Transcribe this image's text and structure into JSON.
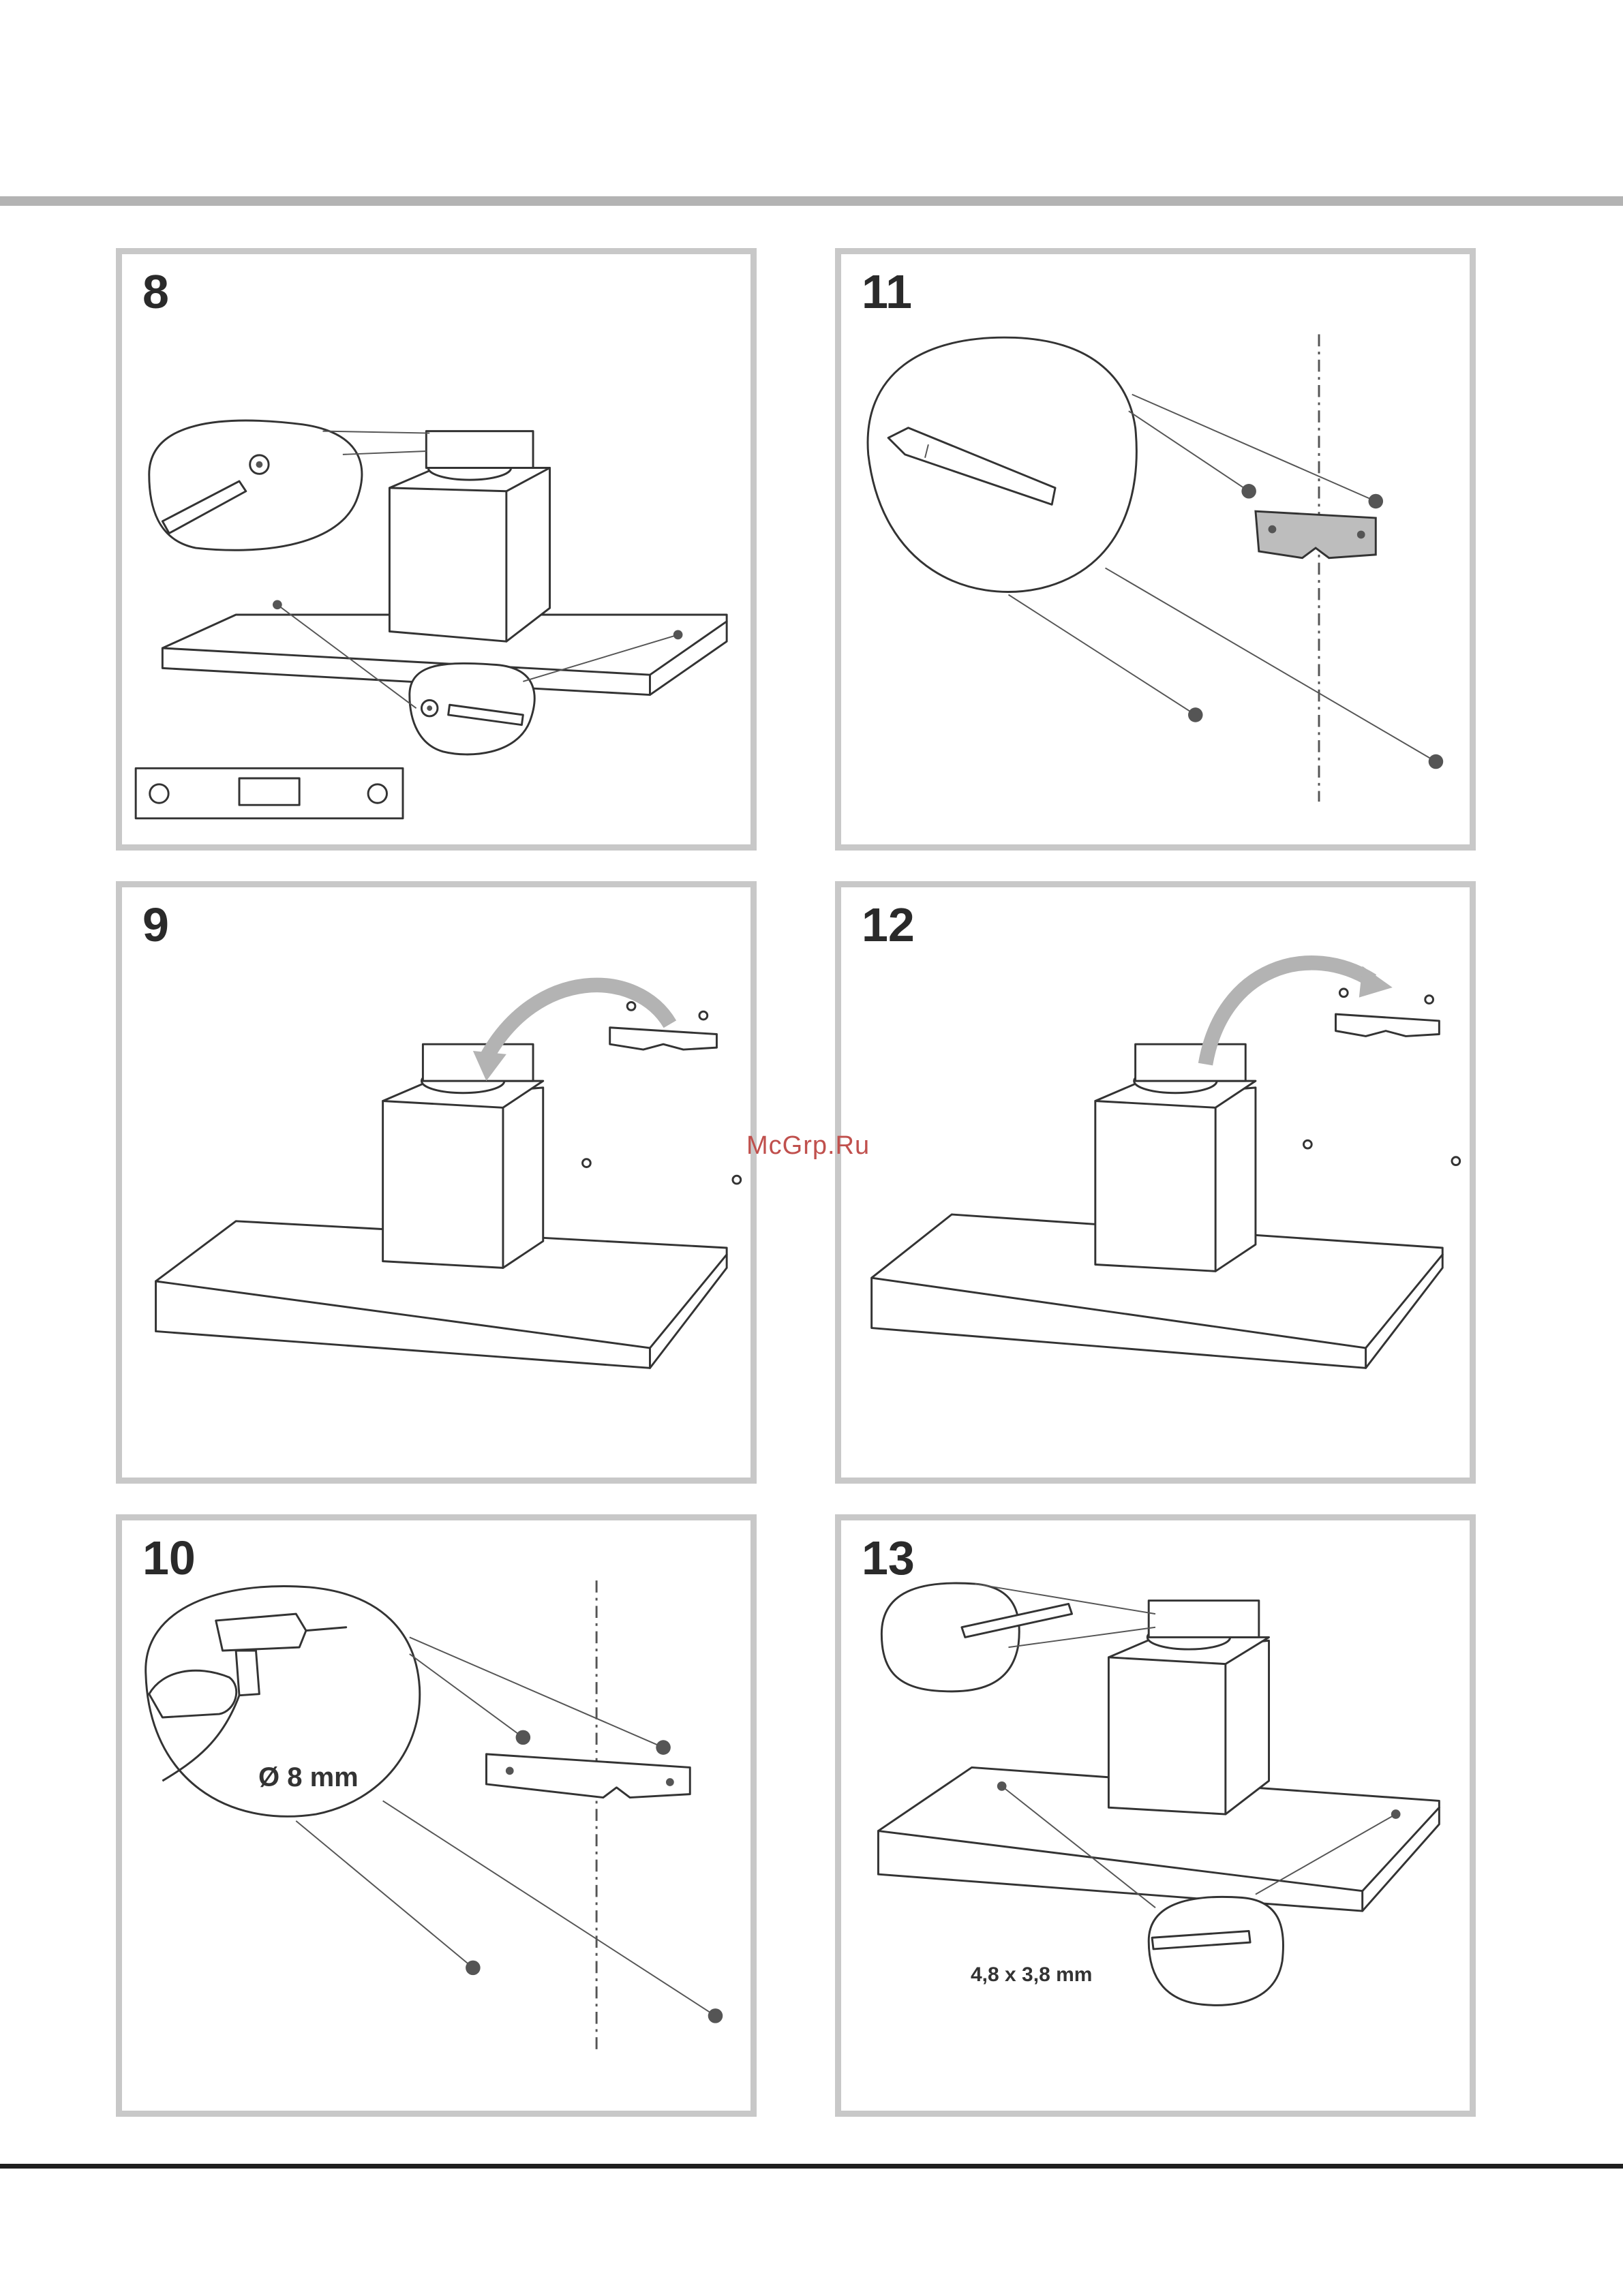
{
  "watermark": "McGrp.Ru",
  "panels": [
    {
      "step": "8"
    },
    {
      "step": "11"
    },
    {
      "step": "9"
    },
    {
      "step": "12"
    },
    {
      "step": "10",
      "label": "Ø 8 mm"
    },
    {
      "step": "13",
      "label": "4,8 x 3,8 mm"
    }
  ]
}
